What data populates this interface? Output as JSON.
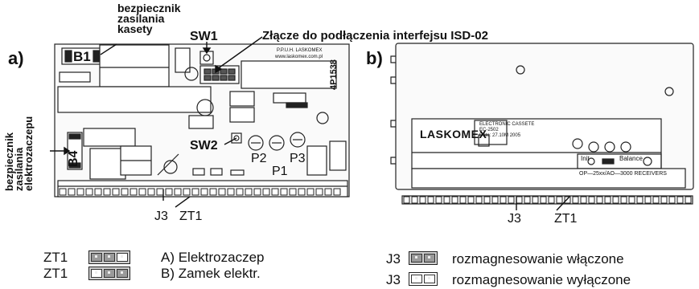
{
  "labels": {
    "fuse_cassette": [
      "bezpiecznik",
      "zasilania",
      "kasety"
    ],
    "sw1": "SW1",
    "connector": "Złącze do podłączenia interfejsu ISD-02",
    "panel_a": "a)",
    "panel_b": "b)",
    "fuse_lock": [
      "bezpiecznik",
      "zasilania",
      "elektrozaczepu"
    ],
    "b1": "B1",
    "b4": "B4",
    "sw2": "SW2",
    "p1": "P1",
    "p2": "P2",
    "p3": "P3",
    "j3_a": "J3",
    "zt1_a": "ZT1",
    "j3_b": "J3",
    "zt1_b": "ZT1",
    "board_code": "4P1538",
    "maker": "P.P.U.H. LASKOMEX",
    "maker_web": "www.laskomex.com.pl",
    "logo": "LASKOMEX",
    "cassette_title": [
      "ELECTRONIC CASSETE",
      "EC-2502",
      "Date: 27.10M 2005"
    ],
    "init": "Init",
    "balance": "Balance",
    "receivers": "OP—25xx/AO—3000 RECEIVERS"
  },
  "legend": {
    "zt1_1": {
      "name": "ZT1",
      "text": "A) Elektrozaczep"
    },
    "zt1_2": {
      "name": "ZT1",
      "text": "B) Zamek elektr."
    },
    "j3_1": {
      "name": "J3",
      "text": "rozmagnesowanie włączone"
    },
    "j3_2": {
      "name": "J3",
      "text": "rozmagnesowanie wyłączone"
    }
  }
}
